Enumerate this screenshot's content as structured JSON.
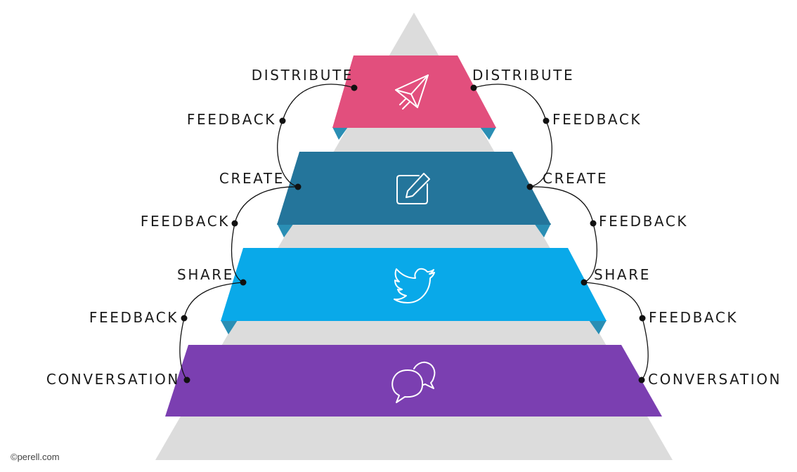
{
  "pyramid": {
    "colors": {
      "background_pyramid": "#dcdcdc",
      "distribute": "#e24f7d",
      "create": "#24759b",
      "share": "#09a9e9",
      "conversation": "#7b3fb1",
      "fold": "#2a8eb4",
      "connector": "#111111",
      "icon": "#ffffff"
    },
    "tiers": [
      {
        "name": "distribute",
        "icon": "paper-plane-icon"
      },
      {
        "name": "create",
        "icon": "edit-note-icon"
      },
      {
        "name": "share",
        "icon": "twitter-bird-icon"
      },
      {
        "name": "conversation",
        "icon": "chat-bubbles-icon"
      }
    ]
  },
  "labels": {
    "left": {
      "distribute": "DISTRIBUTE",
      "feedback_1": "FEEDBACK",
      "create": "CREATE",
      "feedback_2": "FEEDBACK",
      "share": "SHARE",
      "feedback_3": "FEEDBACK",
      "conversation": "CONVERSATION"
    },
    "right": {
      "distribute": "DISTRIBUTE",
      "feedback_1": "FEEDBACK",
      "create": "CREATE",
      "feedback_2": "FEEDBACK",
      "share": "SHARE",
      "feedback_3": "FEEDBACK",
      "conversation": "CONVERSATION"
    }
  },
  "credit": "©perell.com"
}
